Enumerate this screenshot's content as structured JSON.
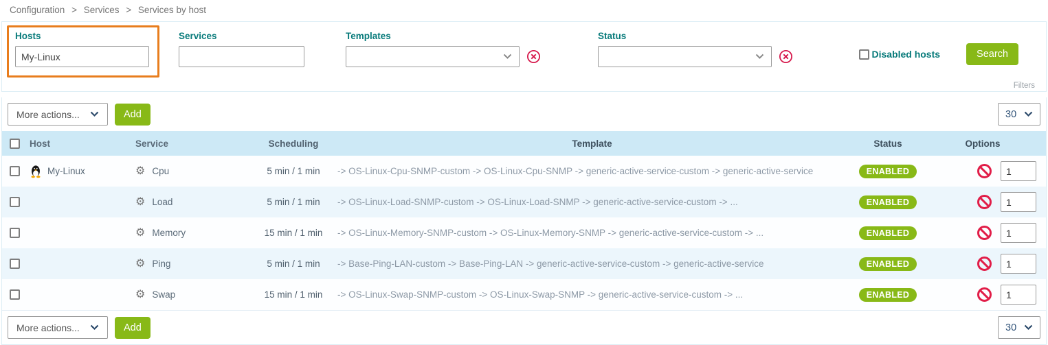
{
  "breadcrumb": {
    "separator": ">",
    "items": [
      "Configuration",
      "Services",
      "Services by host"
    ]
  },
  "filters": {
    "hosts": {
      "label": "Hosts",
      "value": "My-Linux"
    },
    "services": {
      "label": "Services",
      "value": ""
    },
    "templates": {
      "label": "Templates",
      "value": ""
    },
    "status": {
      "label": "Status",
      "value": ""
    },
    "disabled_hosts_label": "Disabled hosts",
    "search_label": "Search",
    "filters_caption": "Filters"
  },
  "toolbar": {
    "more_actions_label": "More actions...",
    "add_label": "Add",
    "page_size": "30"
  },
  "table": {
    "headers": {
      "host": "Host",
      "service": "Service",
      "scheduling": "Scheduling",
      "template": "Template",
      "status": "Status",
      "options": "Options"
    },
    "rows": [
      {
        "host": "My-Linux",
        "service": "Cpu",
        "scheduling": "5 min / 1 min",
        "template": "-> OS-Linux-Cpu-SNMP-custom -> OS-Linux-Cpu-SNMP -> generic-active-service-custom -> generic-active-service",
        "status": "ENABLED",
        "options_value": "1"
      },
      {
        "host": "",
        "service": "Load",
        "scheduling": "5 min / 1 min",
        "template": "-> OS-Linux-Load-SNMP-custom -> OS-Linux-Load-SNMP -> generic-active-service-custom -> ...",
        "status": "ENABLED",
        "options_value": "1"
      },
      {
        "host": "",
        "service": "Memory",
        "scheduling": "15 min / 1 min",
        "template": "-> OS-Linux-Memory-SNMP-custom -> OS-Linux-Memory-SNMP -> generic-active-service-custom -> ...",
        "status": "ENABLED",
        "options_value": "1"
      },
      {
        "host": "",
        "service": "Ping",
        "scheduling": "5 min / 1 min",
        "template": "-> Base-Ping-LAN-custom -> Base-Ping-LAN -> generic-active-service-custom -> generic-active-service",
        "status": "ENABLED",
        "options_value": "1"
      },
      {
        "host": "",
        "service": "Swap",
        "scheduling": "15 min / 1 min",
        "template": "-> OS-Linux-Swap-SNMP-custom -> OS-Linux-Swap-SNMP -> generic-active-service-custom -> ...",
        "status": "ENABLED",
        "options_value": "1"
      }
    ]
  },
  "icons": {
    "gear": "⚙",
    "linux_penguin": "tux-icon",
    "clear": "circled-x-icon",
    "forbidden": "no-entry-icon",
    "chevron_down": "chevron-down-icon"
  },
  "colors": {
    "accent_green": "#88b917",
    "label_teal": "#077a7a",
    "highlight_orange": "#e87d1d",
    "danger_red": "#d6184b",
    "table_header_bg": "#cde9f6"
  }
}
